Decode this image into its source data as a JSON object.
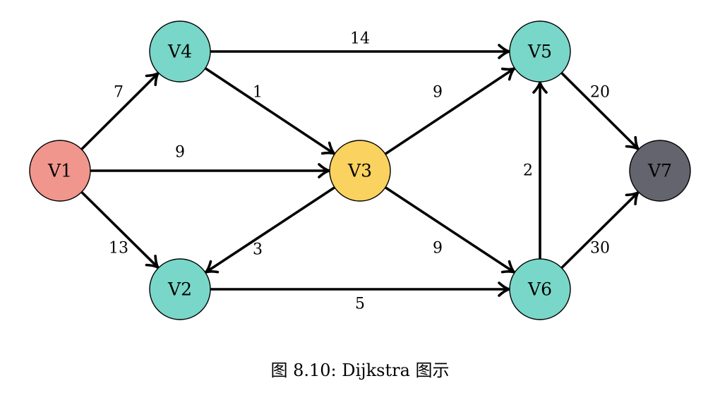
{
  "caption": "图 8.10: Dijkstra 图示",
  "colors": {
    "start": "#f0968c",
    "current": "#fad25f",
    "normal": "#78d7c8",
    "target": "#64646e",
    "edge": "#000000"
  },
  "nodes": [
    {
      "id": "V1",
      "label": "V1",
      "role": "start"
    },
    {
      "id": "V2",
      "label": "V2",
      "role": "normal"
    },
    {
      "id": "V3",
      "label": "V3",
      "role": "current"
    },
    {
      "id": "V4",
      "label": "V4",
      "role": "normal"
    },
    {
      "id": "V5",
      "label": "V5",
      "role": "normal"
    },
    {
      "id": "V6",
      "label": "V6",
      "role": "normal"
    },
    {
      "id": "V7",
      "label": "V7",
      "role": "target"
    }
  ],
  "edges": [
    {
      "from": "V1",
      "to": "V4",
      "weight": "7"
    },
    {
      "from": "V1",
      "to": "V3",
      "weight": "9"
    },
    {
      "from": "V1",
      "to": "V2",
      "weight": "13"
    },
    {
      "from": "V4",
      "to": "V5",
      "weight": "14"
    },
    {
      "from": "V4",
      "to": "V3",
      "weight": "1"
    },
    {
      "from": "V3",
      "to": "V5",
      "weight": "9"
    },
    {
      "from": "V3",
      "to": "V2",
      "weight": "3"
    },
    {
      "from": "V3",
      "to": "V6",
      "weight": "9"
    },
    {
      "from": "V2",
      "to": "V6",
      "weight": "5"
    },
    {
      "from": "V6",
      "to": "V5",
      "weight": "2"
    },
    {
      "from": "V5",
      "to": "V7",
      "weight": "20"
    },
    {
      "from": "V6",
      "to": "V7",
      "weight": "30"
    }
  ]
}
